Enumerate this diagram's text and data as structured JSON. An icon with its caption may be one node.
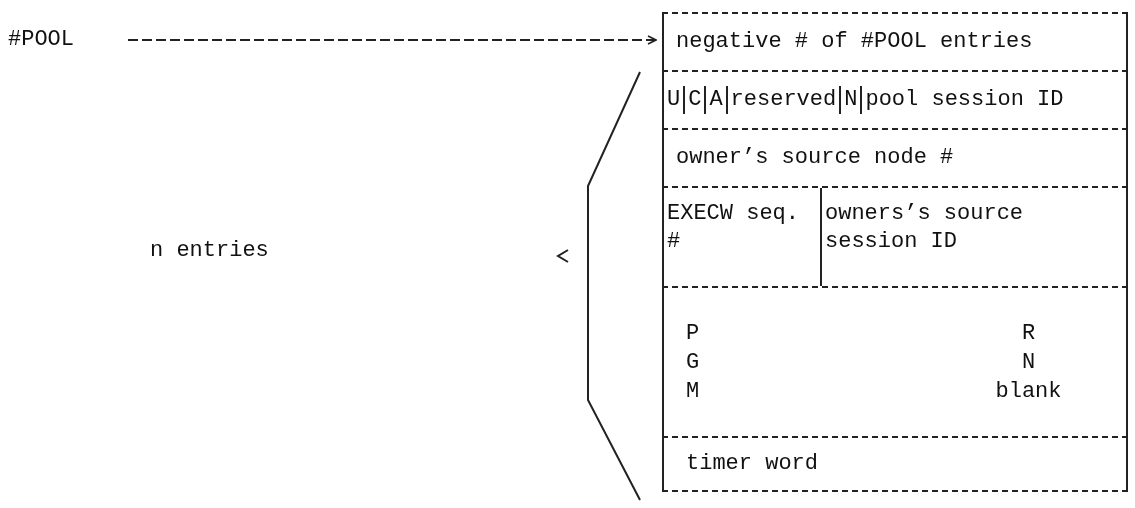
{
  "diagram": {
    "nodes": [
      {
        "text": [
          "#POOL"
        ]
      },
      {
        "text": [
          "negative # of #POOL entries"
        ]
      },
      {
        "text": [
          "U",
          "C",
          "A",
          "reserved",
          "N",
          "pool session ID"
        ]
      },
      {
        "text": [
          "owner’s source node #"
        ]
      },
      {
        "text": [
          "EXECW seq. #",
          "owners’s source session ID"
        ]
      },
      {
        "text": [
          "P G M",
          "R N blank"
        ]
      },
      {
        "text": [
          "timer word"
        ]
      }
    ],
    "edges": [
      {
        "from": 0,
        "to": 1,
        "arrow": "to",
        "style": "dashed"
      }
    ],
    "labels": [
      "n entries"
    ]
  }
}
